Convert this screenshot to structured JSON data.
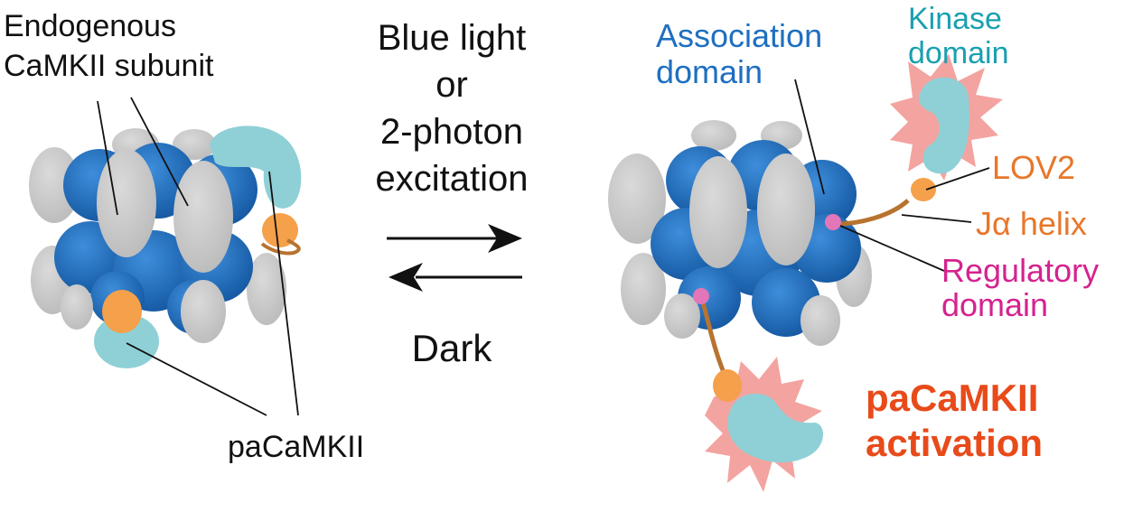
{
  "left": {
    "endogenous_label": [
      "Endogenous",
      "CaMKII subunit"
    ],
    "pacamkii_label": "paCaMKII"
  },
  "middle": {
    "light_label": [
      "Blue light",
      "or",
      "2-photon",
      "excitation"
    ],
    "dark_label": "Dark"
  },
  "right": {
    "association_label": [
      "Association",
      "domain"
    ],
    "kinase_label": [
      "Kinase",
      "domain"
    ],
    "lov2_label": "LOV2",
    "jalpha_label": "Jα helix",
    "regulatory_label": [
      "Regulatory",
      "domain"
    ],
    "activation_label": [
      "paCaMKII",
      "activation"
    ]
  },
  "colors": {
    "association": "#1E6FC0",
    "association_dark": "#1457A0",
    "subunit_gray": "#C8C8C8",
    "kinase": "#8FD0D6",
    "lov2": "#F5A04A",
    "jalpha": "#B8732F",
    "regulatory": "#E276B8",
    "burst": "#F3A3A0",
    "kinase_text": "#1AA0B0",
    "association_text": "#1E6FC0",
    "lov2_text": "#E8772A",
    "regulatory_text": "#D4238F",
    "activation_text": "#E84A1A"
  }
}
